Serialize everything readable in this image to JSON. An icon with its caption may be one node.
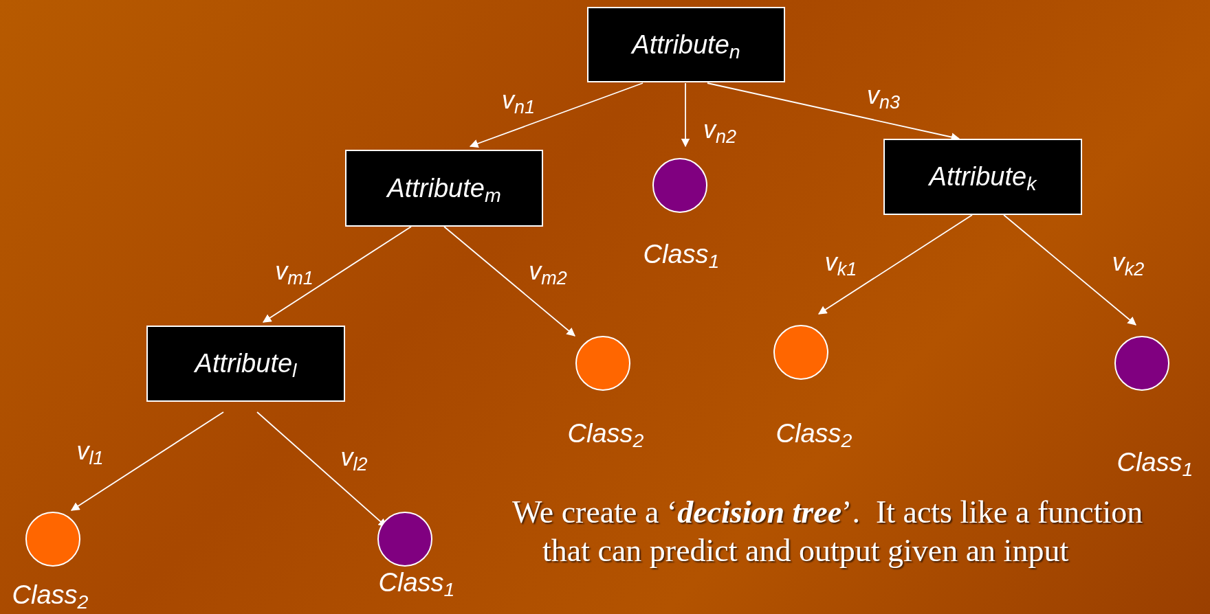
{
  "diagram": {
    "nodes": [
      {
        "text": [
          "Attribute$_{n}$"
        ]
      },
      {
        "text": [
          "Attribute$_{m}$"
        ]
      },
      {
        "text": [],
        "shape": "circle",
        "beside": [
          "Class$_{1}$"
        ]
      },
      {
        "text": [
          "Attribute$_{k}$"
        ]
      },
      {
        "text": [
          "Attribute$_{l}$"
        ]
      },
      {
        "text": [],
        "shape": "circle",
        "beside": [
          "Class$_{2}$"
        ]
      },
      {
        "text": [],
        "shape": "circle",
        "beside": [
          "Class$_{2}$"
        ]
      },
      {
        "text": [],
        "shape": "circle",
        "beside": [
          "Class$_{1}$"
        ]
      },
      {
        "text": [],
        "shape": "circle",
        "beside": [
          "Class$_{2}$"
        ]
      },
      {
        "text": [],
        "shape": "circle",
        "beside": [
          "Class$_{1}$"
        ]
      }
    ],
    "edges": [
      {
        "from": 0,
        "to": 1,
        "arrow": "to",
        "label": "v$_{n1}$"
      },
      {
        "from": 0,
        "to": 2,
        "arrow": "to",
        "label": "v$_{n2}$"
      },
      {
        "from": 0,
        "to": 3,
        "arrow": "to",
        "label": "v$_{n3}$"
      },
      {
        "from": 1,
        "to": 4,
        "arrow": "to",
        "label": "v$_{m1}$"
      },
      {
        "from": 1,
        "to": 5,
        "arrow": "to",
        "label": "v$_{m2}$"
      },
      {
        "from": 3,
        "to": 6,
        "arrow": "to",
        "label": "v$_{k1}$"
      },
      {
        "from": 3,
        "to": 7,
        "arrow": "to",
        "label": "v$_{k2}$"
      },
      {
        "from": 4,
        "to": 8,
        "arrow": "to",
        "label": "v$_{l1}$"
      },
      {
        "from": 4,
        "to": 9,
        "arrow": "to",
        "label": "v$_{l2}$"
      }
    ],
    "labels": [
      "We create a ‘**decision tree**’.  It acts like a function that can predict and output given an input"
    ]
  }
}
